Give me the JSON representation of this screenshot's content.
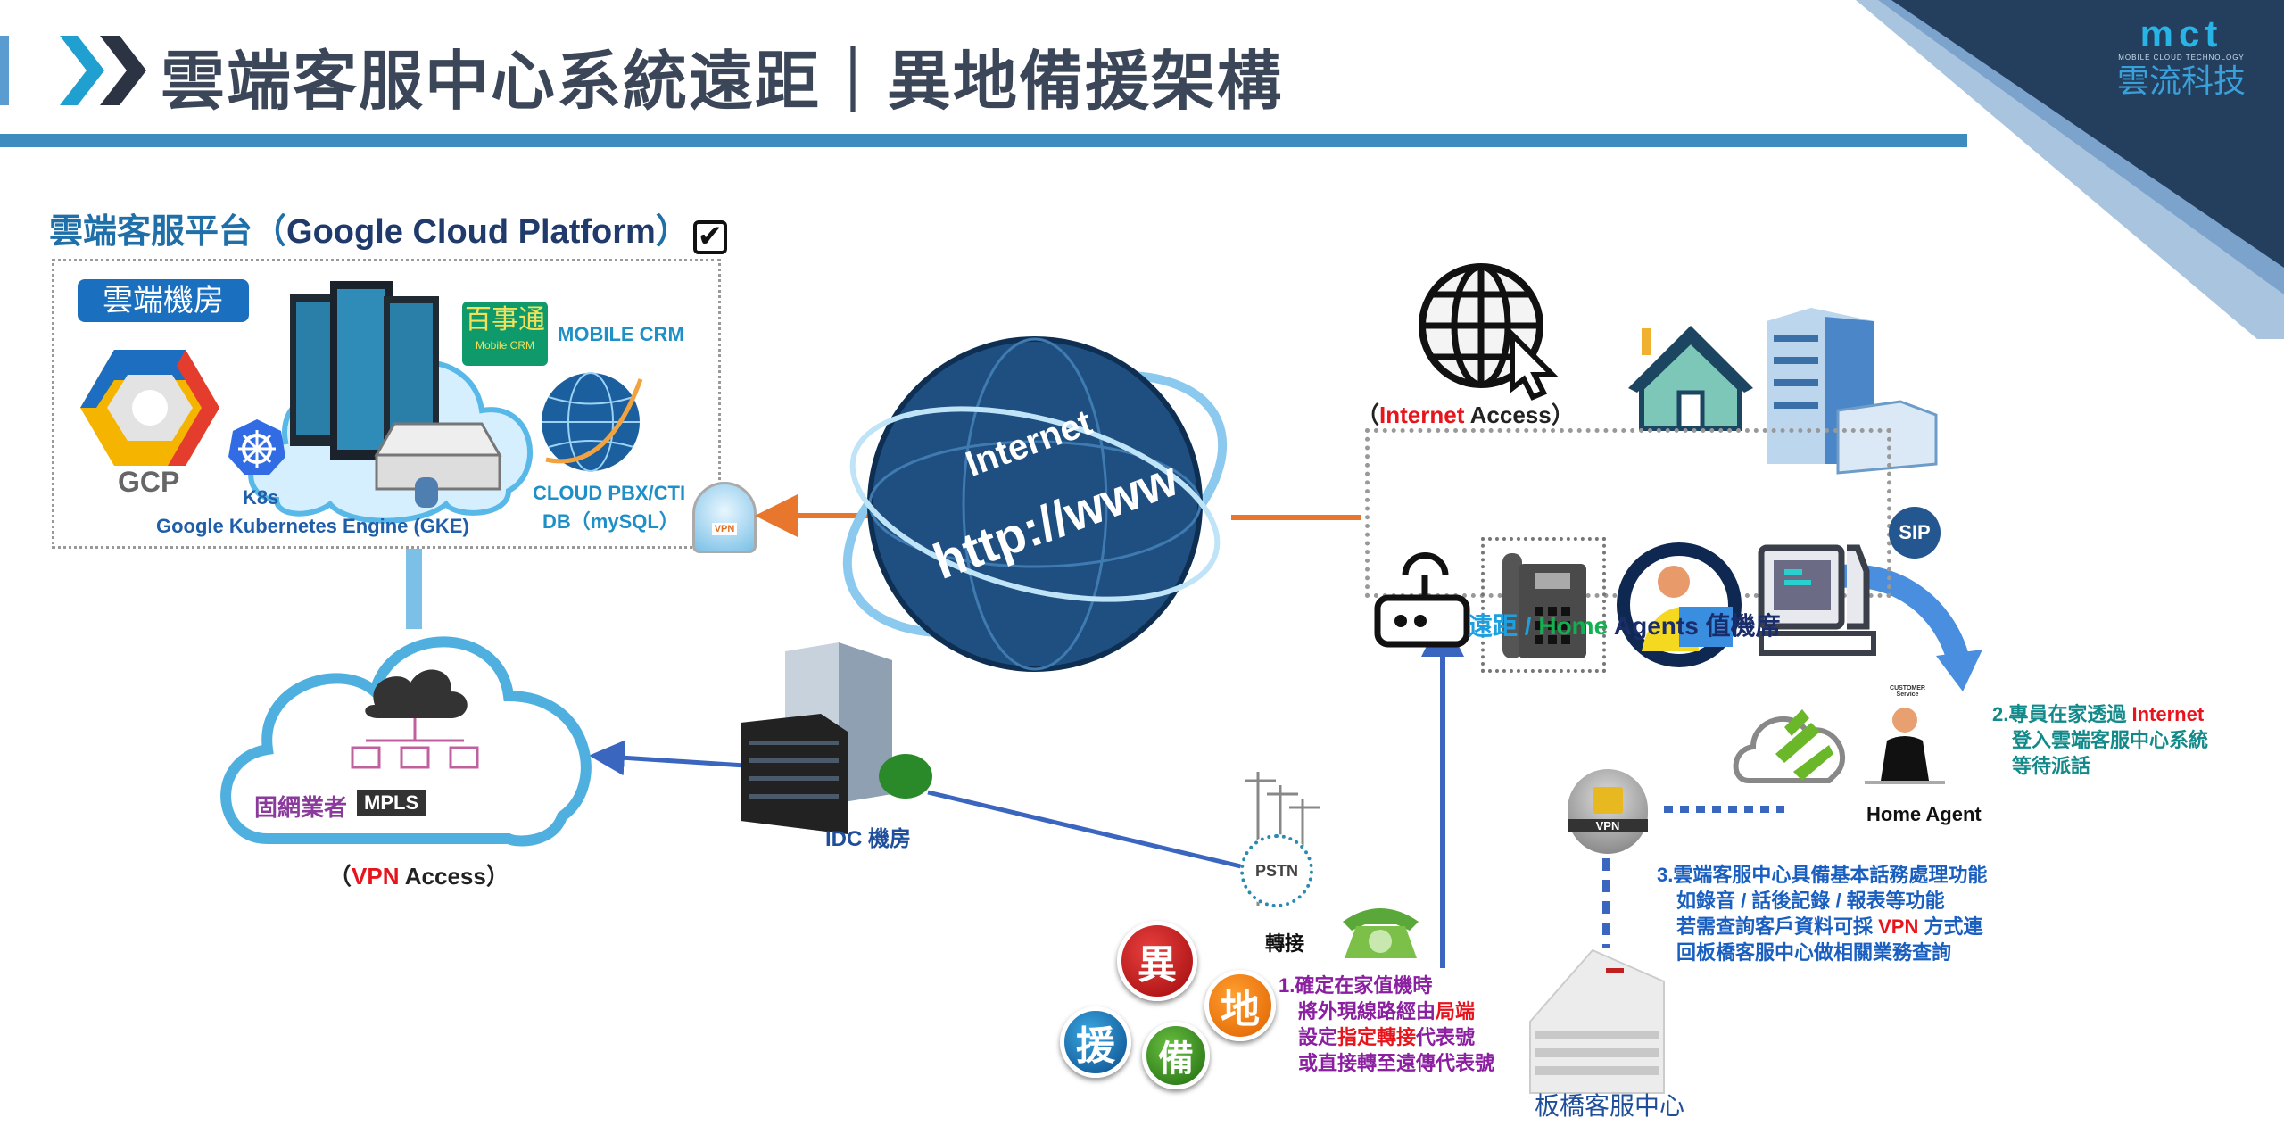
{
  "header": {
    "title": "雲端客服中心系統遠距｜異地備援架構",
    "logo_text": "mct",
    "logo_sub": "MOBILE CLOUD TECHNOLOGY",
    "logo_cn": "雲流科技"
  },
  "gcp": {
    "section_prefix": "雲端客服平台（",
    "section_en": "Google Cloud Platform",
    "section_suffix": "）",
    "badge": "雲端機房",
    "gcp_label": "GCP",
    "k8s_label": "K8s",
    "gke_label": "Google Kubernetes Engine (GKE)",
    "crm_logo": "百事通",
    "crm_logo_sub": "Mobile CRM",
    "crm_label": "MOBILE CRM",
    "pbx_label": "CLOUD PBX/CTI",
    "db_label": "DB（mySQL）",
    "vpn_label": "VPN"
  },
  "internet": {
    "line1": "Internet",
    "line2": "http://www"
  },
  "remote": {
    "access_open": "（",
    "access_red": "Internet",
    "access_black": " Access",
    "access_close": "）",
    "sip": "SIP",
    "label_a": "遠距 / ",
    "label_b": "Home ",
    "label_c": "Agents 值機席"
  },
  "mpls": {
    "carrier": "固網業者",
    "mpls": "MPLS",
    "access_open": "（",
    "access_red": "VPN",
    "access_black": " Access",
    "access_close": "）"
  },
  "idc": {
    "label": "IDC 機房"
  },
  "pstn": {
    "label": "PSTN",
    "transfer": "轉接"
  },
  "backup_chars": [
    "異",
    "地",
    "援",
    "備"
  ],
  "note1": {
    "l1": "1.確定在家值機時",
    "l2a": "將外現線路經由",
    "l2b": "局端",
    "l3a": "設定",
    "l3b": "指定轉接",
    "l3c": "代表號",
    "l4": "或直接轉至遠傳代表號"
  },
  "note2": {
    "l1a": "2.專員在家透過 ",
    "l1b": "Internet",
    "l2": "登入雲端客服中心系統",
    "l3": "等待派話"
  },
  "note3": {
    "l1": "3.雲端客服中心具備基本話務處理功能",
    "l2": "如錄音 / 話後記錄 / 報表等功能",
    "l3a": "若需查詢客戶資料可採 ",
    "l3b": "VPN",
    "l3c": " 方式連",
    "l4": "回板橋客服中心做相關業務查詢"
  },
  "home_agent": {
    "label": "Home Agent",
    "cs_text": "CUSTOMER Service",
    "vpn": "VPN"
  },
  "banqiao": {
    "label": "板橋客服中心"
  },
  "colors": {
    "title": "#3b4759",
    "bar": "#3e8bbf",
    "accent_blue": "#1f6fa8",
    "red": "#e8141c",
    "orange": "#e8762d",
    "purple": "#8a1fa0",
    "teal": "#138a8a"
  }
}
